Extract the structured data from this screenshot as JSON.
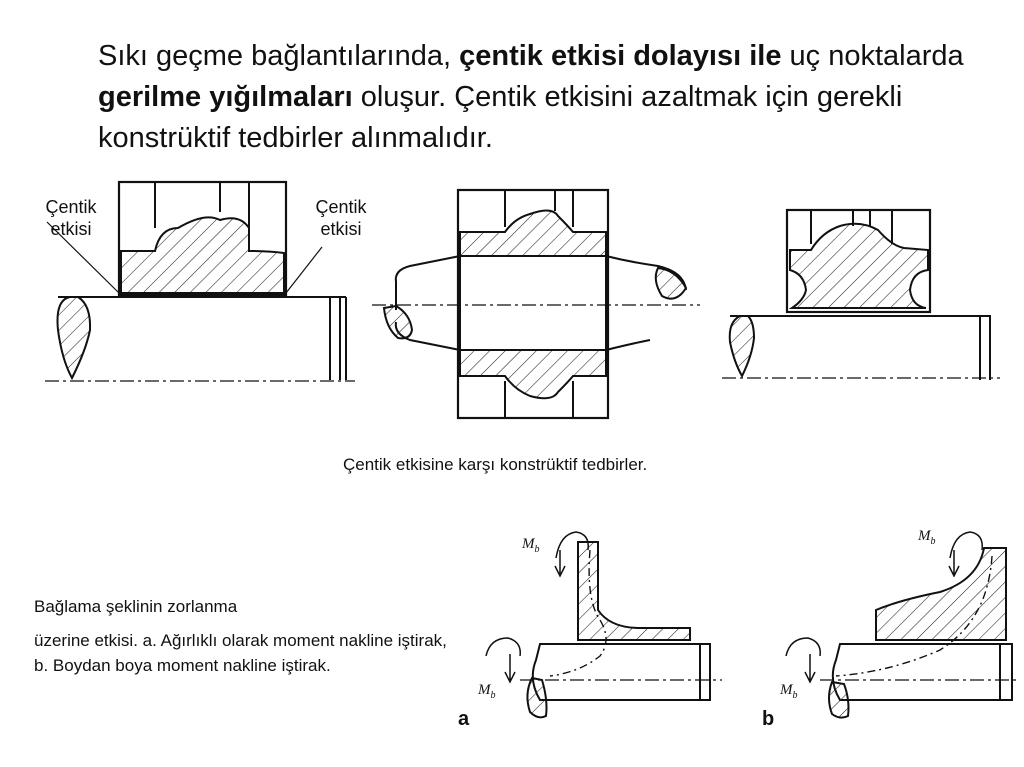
{
  "title": {
    "p1": "Sıkı geçme bağlantılarında, ",
    "b1": "çentik etkisi dolayısı ile",
    "p2": " uç noktalarda ",
    "b2": "gerilme yığılmaları",
    "p3": " oluşur. Çentik etkisini azaltmak için gerekli konstrüktif tedbirler alınmalıdır."
  },
  "figure1": {
    "label_left_1": "Çentik",
    "label_left_2": "etkisi",
    "label_right_1": "Çentik",
    "label_right_2": "etkisi",
    "caption": "Çentik etkisine karşı konstrüktif tedbirler."
  },
  "figure2": {
    "caption_line1": "Bağlama şeklinin zorlanma",
    "caption_line2": "üzerine etkisi. a. Ağırlıklı olarak moment nakline iştirak, b. Boydan boya moment nakline iştirak.",
    "sub_a": "a",
    "sub_b": "b",
    "moment_symbol": "M",
    "moment_sub": "b"
  }
}
